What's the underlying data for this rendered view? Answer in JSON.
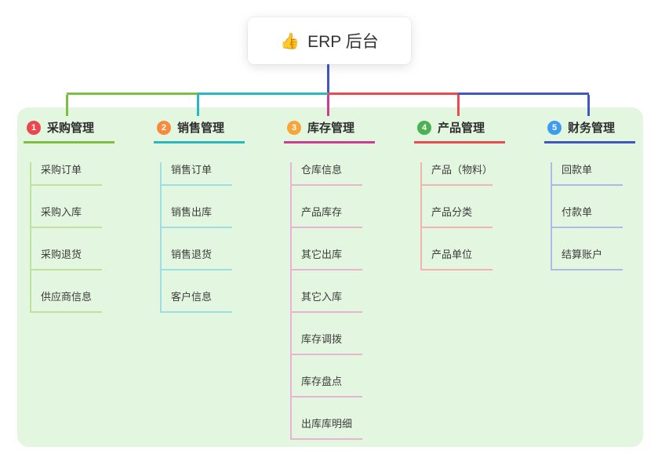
{
  "root": {
    "icon": "👍",
    "label": "ERP 后台"
  },
  "colors": {
    "panel_bg": "#e3f6df",
    "root_connector": "#4156c5",
    "branch_green": "#7bc043",
    "branch_teal": "#2ab7bd",
    "branch_magenta": "#cf3b93",
    "branch_red": "#e94b4e",
    "branch_blue": "#4156c5",
    "badge_1": "#e9484e",
    "badge_2": "#f68b3d",
    "badge_3": "#f6a53b",
    "badge_4": "#4db153",
    "badge_5": "#3e9cee"
  },
  "branches": [
    {
      "badge": "1",
      "label": "采购管理",
      "color": "#7bc043",
      "children": [
        "采购订单",
        "采购入库",
        "采购退货",
        "供应商信息"
      ]
    },
    {
      "badge": "2",
      "label": "销售管理",
      "color": "#2ab7bd",
      "children": [
        "销售订单",
        "销售出库",
        "销售退货",
        "客户信息"
      ]
    },
    {
      "badge": "3",
      "label": "库存管理",
      "color": "#cf3b93",
      "children": [
        "仓库信息",
        "产品库存",
        "其它出库",
        "其它入库",
        "库存调拨",
        "库存盘点",
        "出库库明细"
      ]
    },
    {
      "badge": "4",
      "label": "产品管理",
      "color": "#e94b4e",
      "children": [
        "产品（物料）",
        "产品分类",
        "产品单位"
      ]
    },
    {
      "badge": "5",
      "label": "财务管理",
      "color": "#4156c5",
      "children": [
        "回款单",
        "付款单",
        "结算账户"
      ]
    }
  ]
}
